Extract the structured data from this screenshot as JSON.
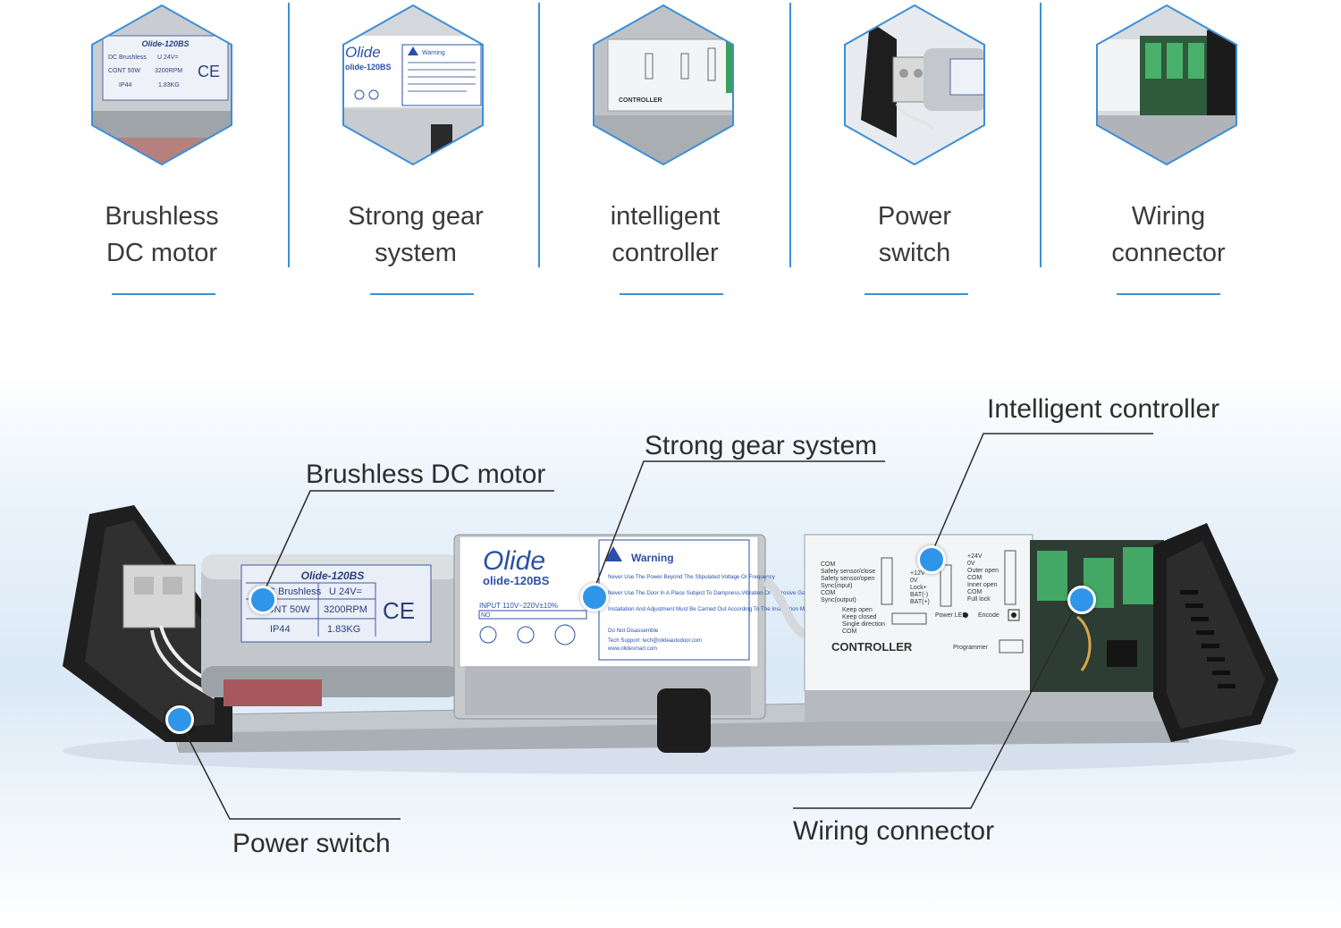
{
  "features": [
    {
      "line1": "Brushless",
      "line2": "DC motor"
    },
    {
      "line1": "Strong gear",
      "line2": "system"
    },
    {
      "line1": "intelligent",
      "line2": "controller"
    },
    {
      "line1": "Power",
      "line2": "switch"
    },
    {
      "line1": "Wiring",
      "line2": "connector"
    }
  ],
  "callouts": {
    "motor": "Brushless DC motor",
    "gear": "Strong gear system",
    "controller": "Intelligent controller",
    "power": "Power switch",
    "wiring": "Wiring connector"
  },
  "motor_label": {
    "model": "Olide-120BS",
    "row1_a": "DC Brushless",
    "row1_b": "U 24V=",
    "row2_a": "CONT 50W",
    "row2_b": "3200RPM",
    "row3_a": "IP44",
    "row3_b": "1.83KG",
    "ce": "CE"
  },
  "gear_label": {
    "brand": "Olide",
    "model": "olide-120BS",
    "warning_title": "Warning",
    "input": "INPUT 110V~220V±10%",
    "no": "NO",
    "w1": "Never Use The Power Beyond The Stipulated Voltage Or Frequency",
    "w2": "Never Use The Door In A Place Subject To Dampness,Vibration Or Corrosive Gas",
    "w3": "Installation And Adjustment Must Be Carried Out According To The Installation Manual",
    "w4": "Do Not Disassemble",
    "support": "Tech Support: tech@olideautodoor.com",
    "web": "www.olidesmart.com"
  },
  "controller_label": {
    "title": "CONTROLLER",
    "left_terms": [
      "COM",
      "Safety sensor/close",
      "Safety sensor/open",
      "Sync(input)",
      "COM",
      "Sync(output)"
    ],
    "mid_terms": [
      "+12V",
      "0V",
      "Lock+",
      "BAT(-)",
      "BAT(+)"
    ],
    "right_terms": [
      "+24V",
      "0V",
      "Outer open",
      "COM",
      "Inner open",
      "COM",
      "Full lock"
    ],
    "modes": [
      "Keep open",
      "Keep closed",
      "Single direction",
      "COM"
    ],
    "power_led": "Power LED",
    "encode": "Encode",
    "programmer": "Programmer"
  },
  "colors": {
    "accent": "#3d8fd6",
    "dot": "#2f95e8"
  }
}
